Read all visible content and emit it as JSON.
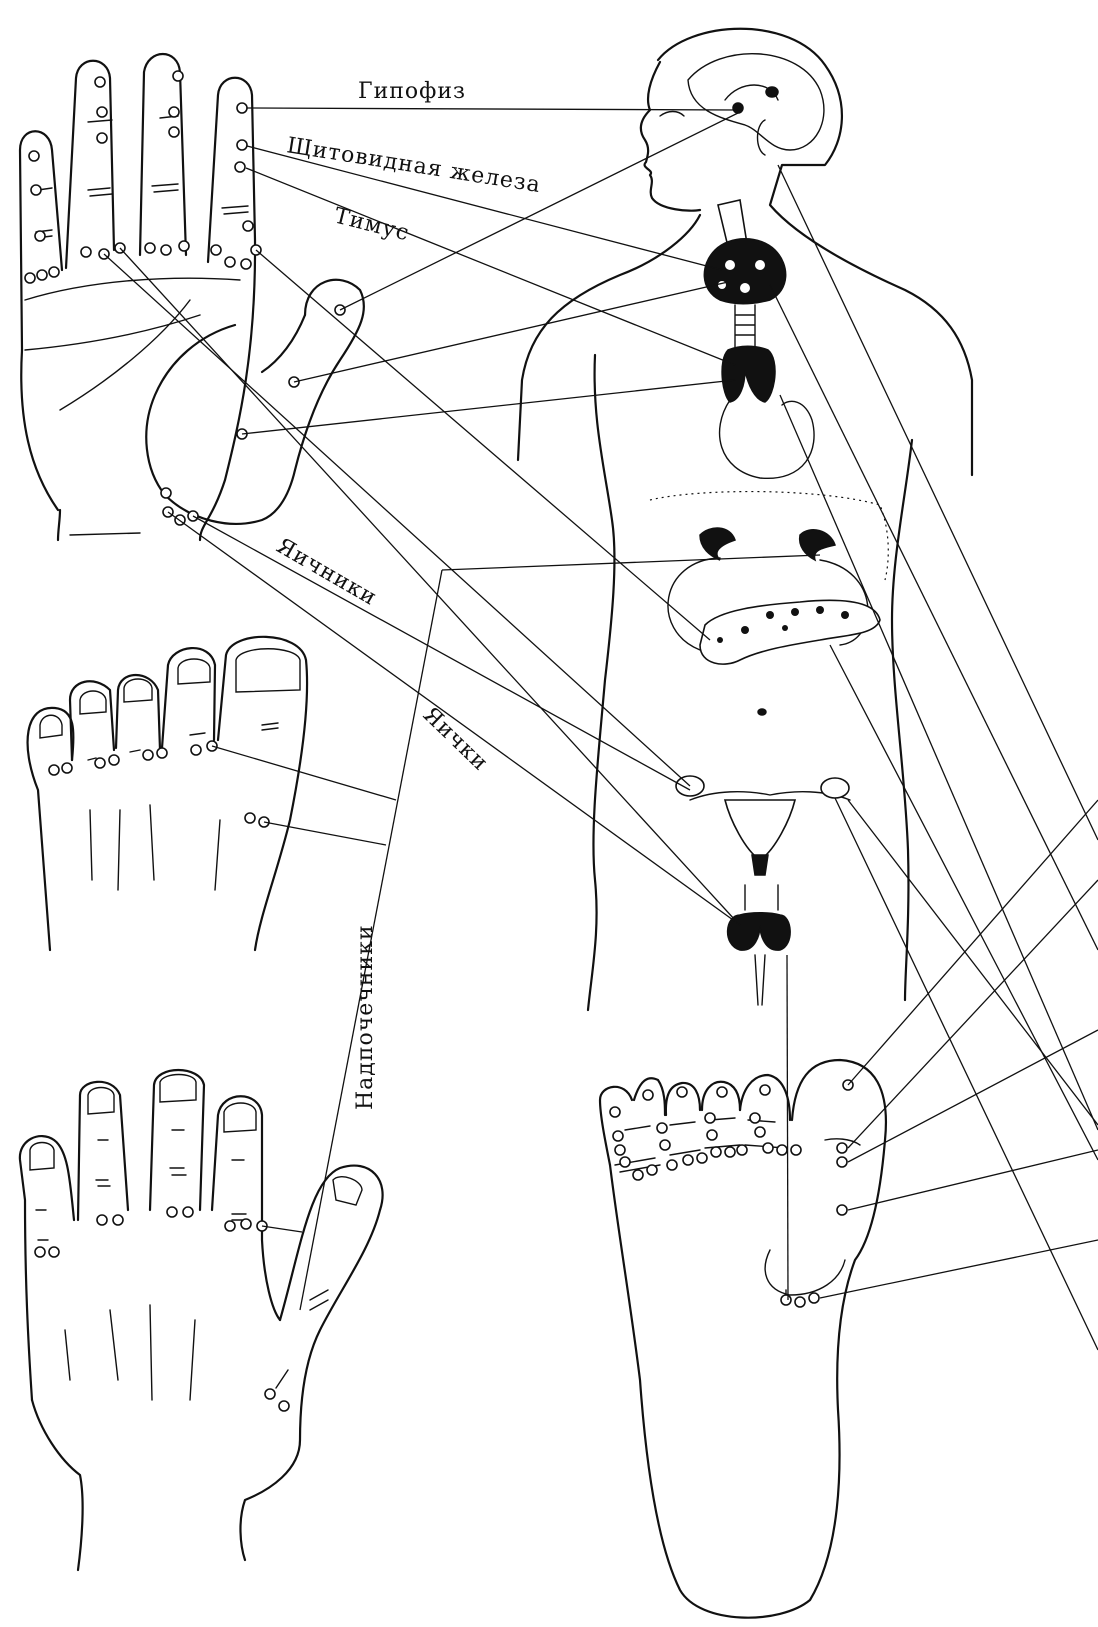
{
  "labels": {
    "pituitary": "Гипофиз",
    "thyroid": "Щитовидная железа",
    "thymus": "Тимус",
    "ovaries": "Яичники",
    "testes": "Яички",
    "adrenals": "Надпочечники"
  },
  "colors": {
    "ink": "#111111",
    "background": "#ffffff"
  }
}
